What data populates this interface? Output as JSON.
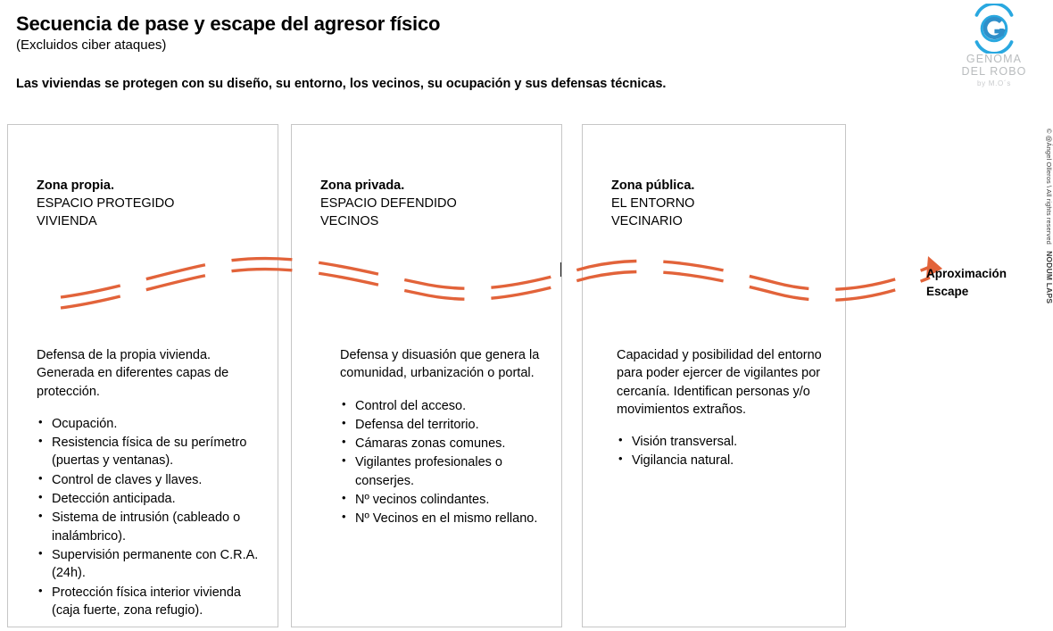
{
  "header": {
    "title": "Secuencia de pase y escape del agresor físico",
    "subtitle": "(Excluidos ciber ataques)",
    "statement": "Las viviendas se protegen con su diseño, su entorno, los vecinos, su ocupación y sus defensas técnicas."
  },
  "logo": {
    "mark": "genoma-g-icon",
    "line1": "GENOMA",
    "line2": "DEL ROBO",
    "byline": "by M.O´s",
    "color": "#29a8e0"
  },
  "zones": [
    {
      "title": "Zona propia.",
      "sub1": "ESPACIO PROTEGIDO",
      "sub2": "VIVIENDA",
      "lead": "Defensa de la propia vivienda. Generada en diferentes capas de protección.",
      "items": [
        "Ocupación.",
        "Resistencia física de su perímetro (puertas y ventanas).",
        "Control de claves y llaves.",
        "Detección anticipada.",
        "Sistema de intrusión (cableado o inalámbrico).",
        "Supervisión permanente con C.R.A. (24h).",
        "Protección física interior vivienda (caja fuerte, zona refugio)."
      ]
    },
    {
      "title": "Zona privada.",
      "sub1": "ESPACIO DEFENDIDO",
      "sub2": "VECINOS",
      "lead": "Defensa y disuasión que genera la comunidad, urbanización o portal.",
      "items": [
        "Control del acceso.",
        "Defensa del territorio.",
        "Cámaras zonas comunes.",
        "Vigilantes profesionales o conserjes.",
        "Nº vecinos colindantes.",
        "Nº Vecinos en el mismo rellano."
      ]
    },
    {
      "title": "Zona pública.",
      "sub1": "EL ENTORNO",
      "sub2": "VECINARIO",
      "lead": "Capacidad y posibilidad del entorno para poder ejercer de vigilantes por cercanía. Identifican personas y/o movimientos extraños.",
      "items": [
        "Visión transversal.",
        "Vigilancia natural."
      ]
    }
  ],
  "arrow": {
    "name": "approach-escape-arrow",
    "color": "#e2633a",
    "label_line1": "Aproximación",
    "label_line2": "Escape"
  },
  "credit": {
    "rights": "© @Ángel Olleros \\ All rights reserved",
    "brand": "NODUM LAPS"
  }
}
